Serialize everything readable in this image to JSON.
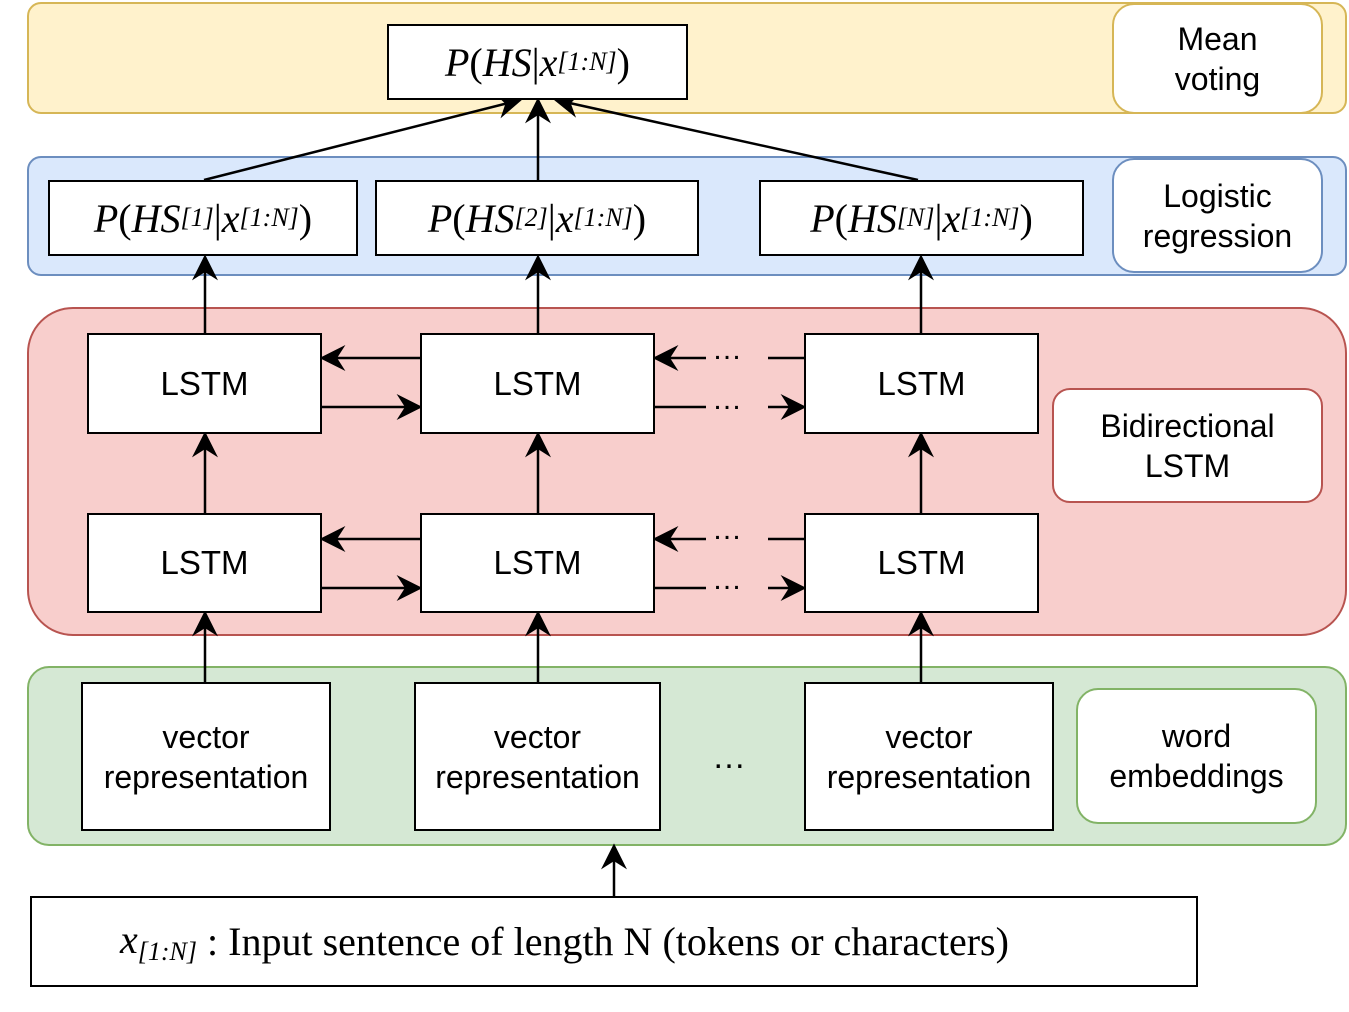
{
  "layers": {
    "mean_voting": {
      "label": "Mean\nvoting",
      "fill": "#fff2cc",
      "stroke": "#d6b656"
    },
    "logistic": {
      "label": "Logistic\nregression",
      "fill": "#dae8fc",
      "stroke": "#6c8ebf"
    },
    "bilstm": {
      "label": "Bidirectional\nLSTM",
      "fill": "#f8cecc",
      "stroke": "#b85450"
    },
    "embeddings": {
      "label": "word\nembeddings",
      "fill": "#d5e8d4",
      "stroke": "#82b366"
    }
  },
  "output": {
    "func": "P",
    "open": "(",
    "hs": "HS",
    "bar": "|",
    "x": "x",
    "sub": "[1:N]",
    "close": ")"
  },
  "per_token": [
    {
      "func": "P",
      "open": "(",
      "hs": "HS",
      "hs_sub": "[1]",
      "bar": "|",
      "x": "x",
      "x_sub": "[1:N]",
      "close": ")"
    },
    {
      "func": "P",
      "open": "(",
      "hs": "HS",
      "hs_sub": "[2]",
      "bar": "|",
      "x": "x",
      "x_sub": "[1:N]",
      "close": ")"
    },
    {
      "func": "P",
      "open": "(",
      "hs": "HS",
      "hs_sub": "[N]",
      "bar": "|",
      "x": "x",
      "x_sub": "[1:N]",
      "close": ")"
    }
  ],
  "lstm_label": "LSTM",
  "vector_label": "vector\nrepresentation",
  "ellipsis": "…",
  "input": {
    "x": "x",
    "sub": "[1:N]",
    "text": " : Input sentence of length N (tokens or characters)"
  }
}
